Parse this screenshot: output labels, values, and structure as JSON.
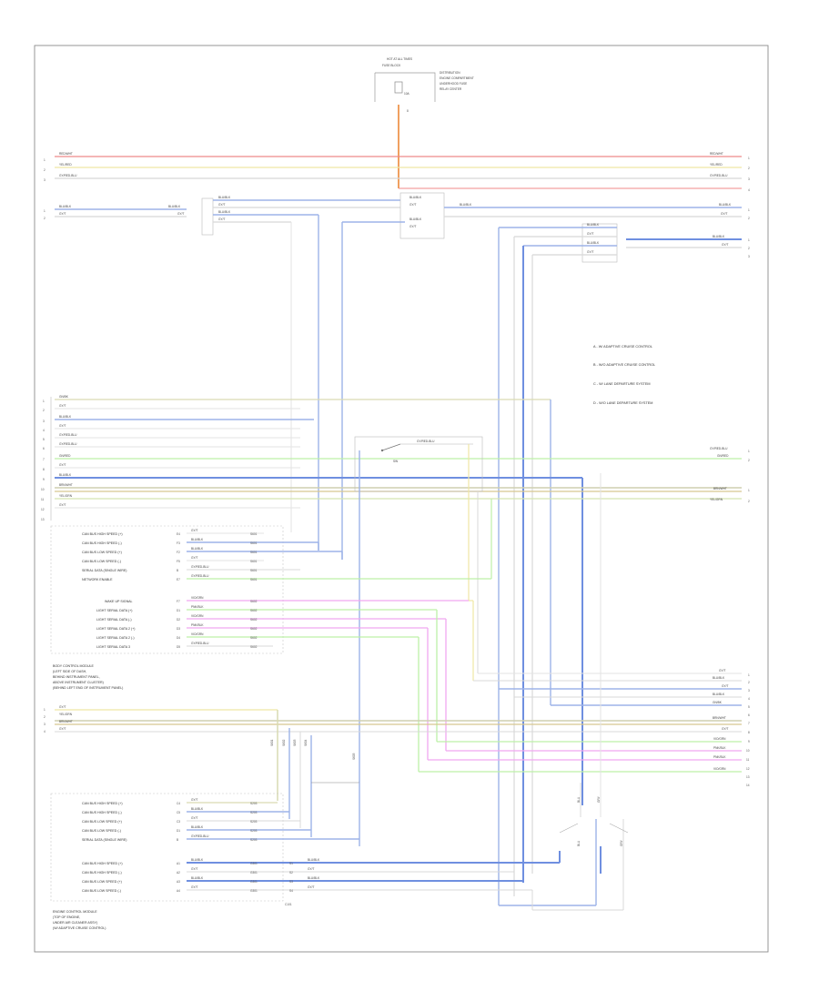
{
  "page_label": "",
  "top_block": {
    "label": "HOT AT ALL TIMES",
    "sub": "FUSE BLOCK",
    "fuse": "10A",
    "desc_lines": [
      "DISTRIBUTION",
      "ENGINE COMPARTMENT",
      "UNDERHOOD FUSE",
      "RELAY CENTER"
    ]
  },
  "left_connectors": {
    "b1": [
      "1",
      "2",
      "3"
    ],
    "b2": [
      "1",
      "2"
    ],
    "b3": [
      "1",
      "2",
      "3",
      "4",
      "5",
      "6",
      "7",
      "8",
      "9",
      "10",
      "11",
      "12",
      "13"
    ],
    "b4": [
      "1",
      "2",
      "3",
      "4"
    ]
  },
  "right_connectors": {
    "r1": [
      "1",
      "2",
      "3",
      "4"
    ],
    "r2": [
      "1",
      "2"
    ],
    "r3": [
      "1",
      "2",
      "3"
    ],
    "r4": [
      "1",
      "2"
    ],
    "r5": [
      "1",
      "2"
    ],
    "r6": [
      "1",
      "2",
      "3",
      "4",
      "5",
      "6",
      "7",
      "8",
      "9",
      "10",
      "11",
      "12",
      "13",
      "14"
    ]
  },
  "wires_top": [
    {
      "id": "w-red",
      "code": "RED/WHT",
      "color": "#ee8a8a"
    },
    {
      "id": "w-yel",
      "code": "YEL/RED",
      "color": "#efe7a4"
    },
    {
      "id": "w-gry",
      "code": "GY/RED-BLU",
      "color": "#e3e3e3"
    }
  ],
  "wire_codes": {
    "blu_blk": "BLU/BLK",
    "gy": "GY/T",
    "gnbk": "GN/BK",
    "gnrd": "GN/RED",
    "yel_grn": "YEL/GRN",
    "brn": "BRN/WHT",
    "vio": "VIO/GRN",
    "pnk": "PNK/BLK",
    "red_blk": "RED/BLK"
  },
  "legend": [
    "A - W/ ADAPTIVE CRUISE CONTROL",
    "B - W/O ADAPTIVE CRUISE CONTROL",
    "C - W/ LANE DEPARTURE SYSTEM",
    "D - W/O LANE DEPARTURE SYSTEM"
  ],
  "switch": {
    "code": "GY/RED-BLU",
    "label": "SW"
  },
  "block1": {
    "rows": [
      {
        "pin": "E4",
        "desc": "CAN BUS HIGH SPEED (+)",
        "wire": "GY/T",
        "dest": "S601"
      },
      {
        "pin": "F3",
        "desc": "CAN BUS HIGH SPEED (-)",
        "wire": "BLU/BLK",
        "dest": "S601"
      },
      {
        "pin": "F2",
        "desc": "CAN BUS LOW SPEED (+)",
        "wire": "BLU/BLK",
        "dest": "S601"
      },
      {
        "pin": "F5",
        "desc": "CAN BUS LOW SPEED (-)",
        "wire": "GY/T",
        "dest": "S601"
      },
      {
        "pin": "B",
        "desc": "SERIAL DATA (SINGLE WIRE)",
        "wire": "GY/RED-BLU",
        "dest": "S601"
      },
      {
        "pin": "E7",
        "desc": "NETWORK ENABLE",
        "wire": "GY/RED-BLU",
        "dest": "S601"
      }
    ],
    "rows2": [
      {
        "pin": "F7",
        "desc": "WAKE UP SIGNAL",
        "wire": "VIO/GRN",
        "dest": "S602"
      },
      {
        "pin": "D1",
        "desc": "LIGHT SERIAL DATA (+)",
        "wire": "PNK/BLK",
        "dest": "S602"
      },
      {
        "pin": "D2",
        "desc": "LIGHT SERIAL DATA (-)",
        "wire": "VIO/GRN",
        "dest": "S602"
      },
      {
        "pin": "D3",
        "desc": "LIGHT SERIAL DATA 2 (+)",
        "wire": "PNK/BLK",
        "dest": "S602"
      },
      {
        "pin": "D4",
        "desc": "LIGHT SERIAL DATA 2 (-)",
        "wire": "VIO/GRN",
        "dest": "S602"
      },
      {
        "pin": "D5",
        "desc": "LIGHT SERIAL DATA 3",
        "wire": "GY/RED-BLU",
        "dest": "S602"
      }
    ],
    "label_lines": [
      "BODY CONTROL MODULE",
      "(LEFT SIDE OF DASH,",
      "BEHIND INSTRUMENT PANEL,",
      "ABOVE INSTRUMENT CLUSTER)",
      "(BEHIND LEFT END OF INSTRUMENT PANEL)"
    ]
  },
  "splices": [
    "S601",
    "S602",
    "S603",
    "S604",
    "S605"
  ],
  "block2": {
    "rows": [
      {
        "pin": "C4",
        "desc": "CAN BUS HIGH SPEED (+)",
        "wire": "GY/T",
        "dest": "S203"
      },
      {
        "pin": "C5",
        "desc": "CAN BUS HIGH SPEED (-)",
        "wire": "BLU/BLK",
        "dest": "S203"
      },
      {
        "pin": "C3",
        "desc": "CAN BUS LOW SPEED (+)",
        "wire": "GY/T",
        "dest": "S203"
      },
      {
        "pin": "D1",
        "desc": "CAN BUS LOW SPEED (-)",
        "wire": "BLU/BLK",
        "dest": "S203"
      },
      {
        "pin": "B",
        "desc": "SERIAL DATA (SINGLE WIRE)",
        "wire": "GY/RED-BLU",
        "dest": "S203"
      }
    ],
    "rows2": [
      {
        "pin": "A1",
        "desc": "CAN BUS HIGH SPEED (+)",
        "wire": "BLU/BLK",
        "dest": "G301",
        "pin2": "S1",
        "wire2": "BLU/BLK"
      },
      {
        "pin": "A2",
        "desc": "CAN BUS HIGH SPEED (-)",
        "wire": "GY/T",
        "dest": "G301",
        "pin2": "S2",
        "wire2": "GY/T"
      },
      {
        "pin": "A3",
        "desc": "CAN BUS LOW SPEED (+)",
        "wire": "BLU/BLK",
        "dest": "G301",
        "pin2": "S3",
        "wire2": "BLU/BLK"
      },
      {
        "pin": "A4",
        "desc": "CAN BUS LOW SPEED (-)",
        "wire": "GY/T",
        "dest": "G301",
        "pin2": "S4",
        "wire2": "GY/T"
      }
    ],
    "bottom_pin": "C101",
    "label_lines": [
      "ENGINE CONTROL MODULE",
      "(TOP OF ENGINE,",
      "UNDER AIR CLEANER ASSY)",
      "(W/ ADAPTIVE CRUISE CONTROL)"
    ]
  },
  "bottom_right_labels": [
    "BLU",
    "GRY",
    "BLU",
    "GRY"
  ]
}
